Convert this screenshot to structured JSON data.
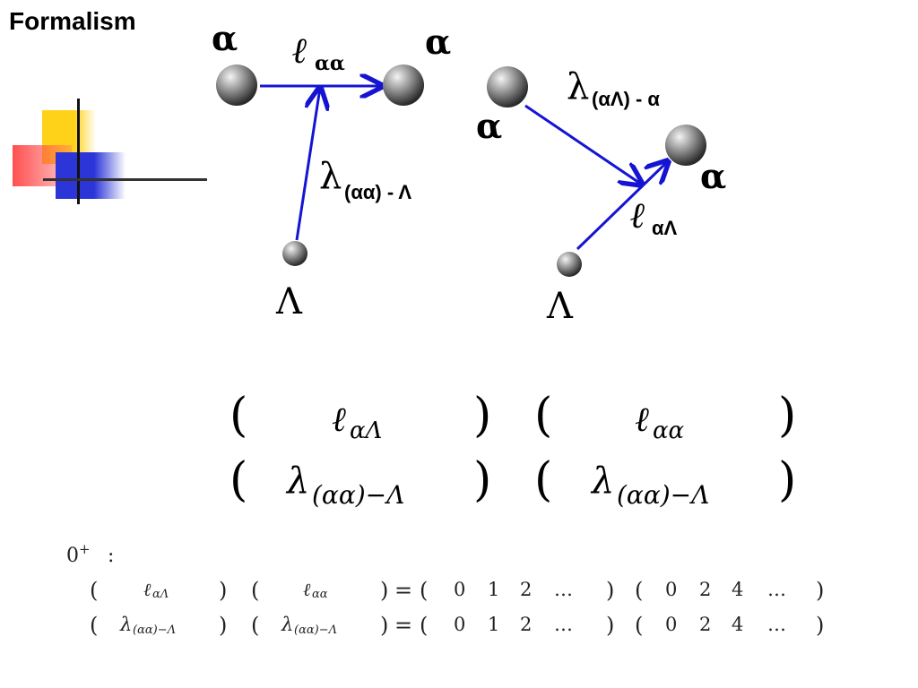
{
  "slide": {
    "title": "Formalism"
  },
  "diagram_left": {
    "top_left_label": "α",
    "top_right_label": "α",
    "bottom_label": "Λ",
    "top_edge_main": "ℓ",
    "top_edge_sub": "αα",
    "vertical_edge_main": "λ",
    "vertical_edge_sub": "(αα) - Λ"
  },
  "diagram_right": {
    "left_label": "α",
    "right_label": "α",
    "bottom_label": "Λ",
    "upper_edge_main": "λ",
    "upper_edge_sub": "(αΛ) - α",
    "lower_edge_main": "ℓ",
    "lower_edge_sub": "αΛ"
  },
  "equations_large": {
    "row1_left_main": "ℓ",
    "row1_left_sub": "αΛ",
    "row1_right_main": "ℓ",
    "row1_right_sub": "αα",
    "row2_left_main": "λ",
    "row2_left_sub": "(αα)−Λ",
    "row2_right_main": "λ",
    "row2_right_sub": "(αα)−Λ",
    "open_paren": "(",
    "close_paren": ")"
  },
  "equations_small": {
    "state_label": "0",
    "state_sup": "+",
    "colon": ":",
    "row1_a_main": "ℓ",
    "row1_a_sub": "αΛ",
    "row1_b_main": "ℓ",
    "row1_b_sub": "αα",
    "row2_a_main": "λ",
    "row2_a_sub": "(αα)−Λ",
    "row2_b_main": "λ",
    "row2_b_sub": "(αα)−Λ",
    "equals": "=",
    "seq1": [
      "0",
      "1",
      "2",
      "…"
    ],
    "seq2": [
      "0",
      "2",
      "4",
      "…"
    ],
    "open_paren": "(",
    "close_paren": ")"
  },
  "colors": {
    "arrow": "#1414d2",
    "title": "#000000"
  }
}
